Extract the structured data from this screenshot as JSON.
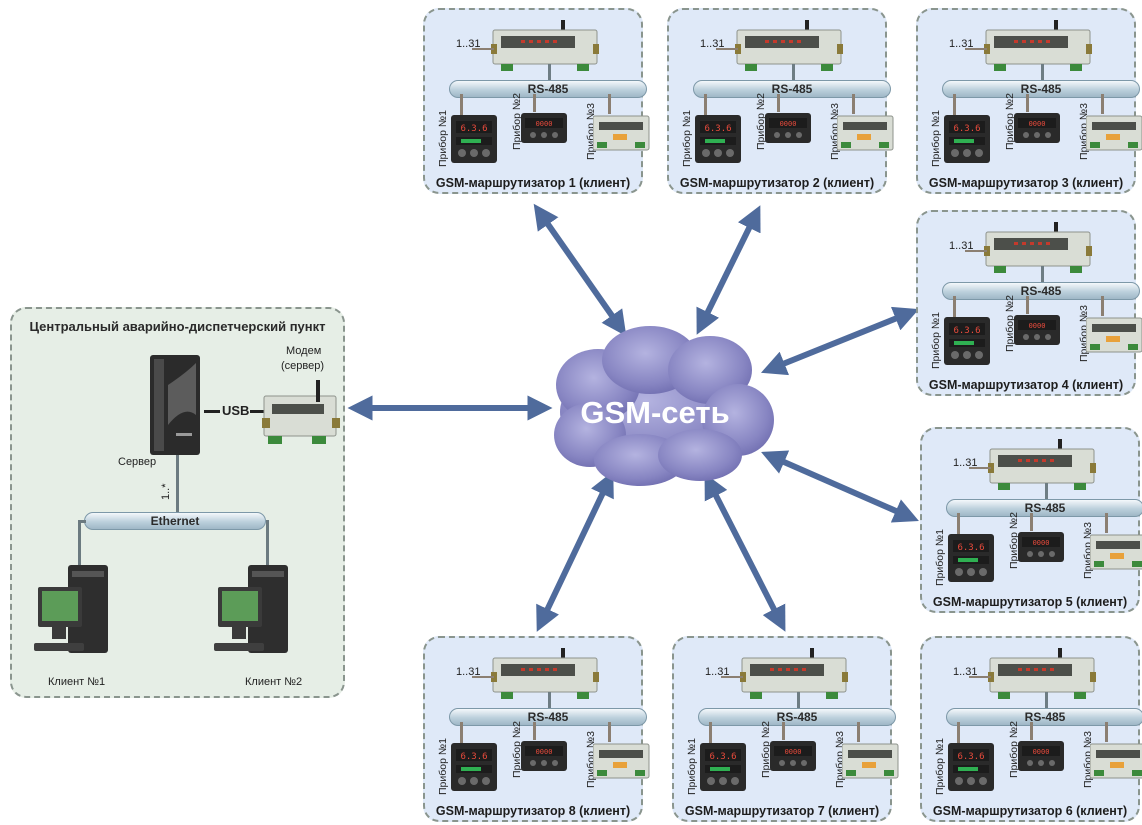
{
  "network": {
    "label": "GSM-сеть"
  },
  "central": {
    "title": "Центральный аварийно-диспетчерский пункт",
    "modem_label_line1": "Модем",
    "modem_label_line2": "(сервер)",
    "server_label": "Сервер",
    "usb_label": "USB",
    "link_count": "1..*",
    "ethernet_label": "Ethernet",
    "clients": [
      "Клиент №1",
      "Клиент №2"
    ]
  },
  "routers": [
    {
      "caption": "GSM-маршрутизатор 1 (клиент)"
    },
    {
      "caption": "GSM-маршрутизатор 2 (клиент)"
    },
    {
      "caption": "GSM-маршрутизатор 3 (клиент)"
    },
    {
      "caption": "GSM-маршрутизатор 4 (клиент)"
    },
    {
      "caption": "GSM-маршрутизатор 5 (клиент)"
    },
    {
      "caption": "GSM-маршрутизатор 6 (клиент)"
    },
    {
      "caption": "GSM-маршрутизатор 7 (клиент)"
    },
    {
      "caption": "GSM-маршрутизатор 8 (клиент)"
    }
  ],
  "router_common": {
    "count_label": "1..31",
    "bus_label": "RS-485",
    "devices": [
      "Прибор №1",
      "Прибор №2",
      "Прибор №3"
    ]
  },
  "colors": {
    "arrow": "#4f6b9c",
    "cloud": "#8d8bc6",
    "router_panel": "#dfe9f8",
    "center_panel": "#e6eee6"
  }
}
